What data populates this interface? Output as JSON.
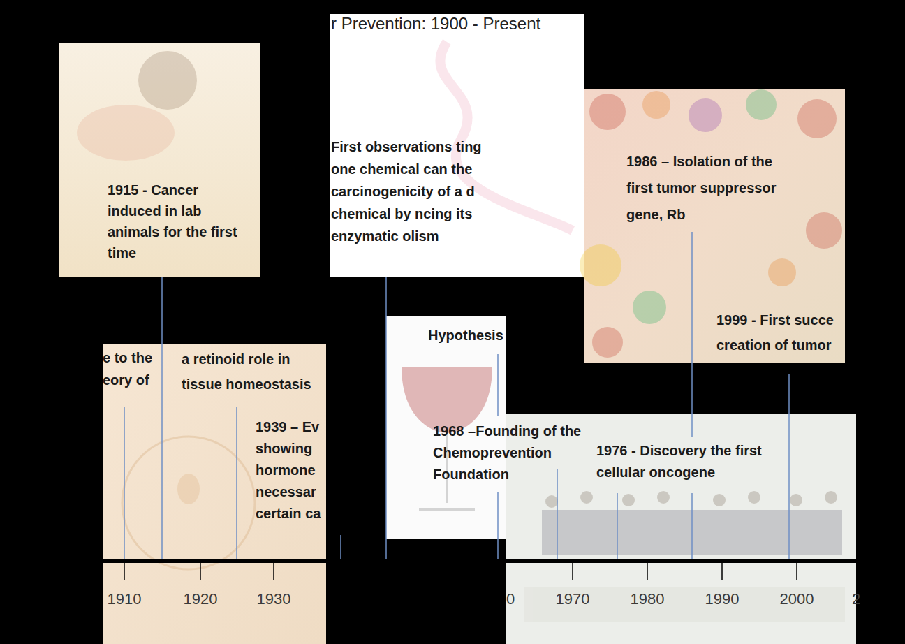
{
  "diagram": {
    "title": "r Prevention: 1900 - Present",
    "nodes": [
      {
        "text": [
          "1915 - Cancer induced in lab animals for the first time"
        ]
      },
      {
        "text": [
          "First observations ting one chemical can the carcinogenicity of a d chemical by ncing its enzymatic olism"
        ]
      },
      {
        "text": [
          "1986 – Isolation of the first tumor suppressor gene, Rb",
          "1999 - First succe creation of tumor"
        ]
      },
      {
        "text": [
          "e to the eory of",
          "a retinoid role in tissue homeostasis",
          "1939 – Ev showing hormone necessar certain ca"
        ]
      },
      {
        "text": [
          "Hypothesis"
        ]
      },
      {
        "text": [
          "1968 –Founding of the Chemoprevention Foundation",
          "1976 - Discovery the first cellular oncogene"
        ]
      }
    ],
    "labels": [
      "1910",
      "1920",
      "1930",
      "0",
      "1970",
      "1980",
      "1990",
      "2000",
      "2"
    ]
  }
}
